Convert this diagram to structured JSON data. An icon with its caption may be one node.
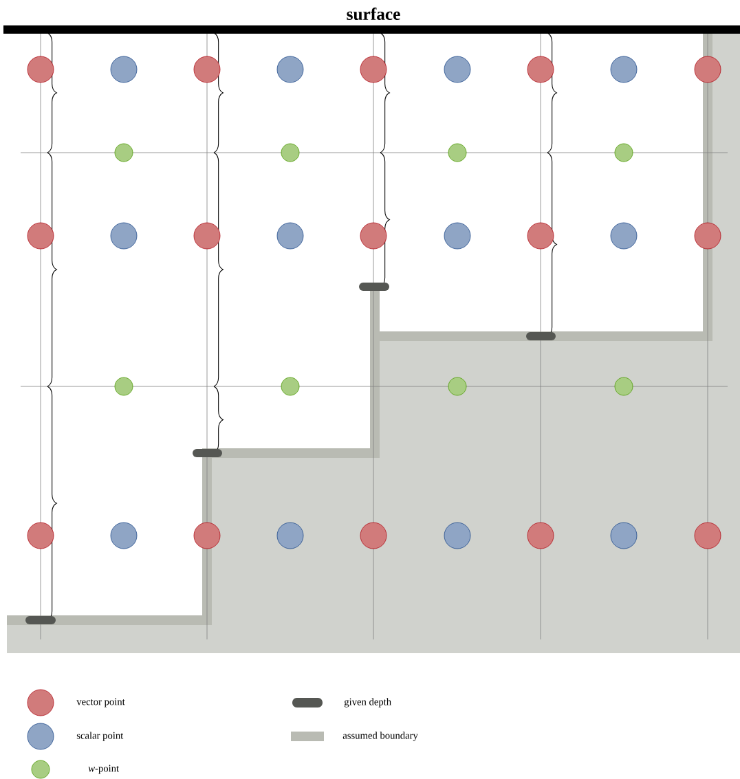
{
  "diagram": {
    "labels": [
      "surface"
    ],
    "legend": [
      {
        "text": "vector point",
        "color": "#d17b7b"
      },
      {
        "text": "scalar point",
        "color": "#8fa5c5"
      },
      {
        "text": "*w*-point",
        "color": "#a8cd82"
      },
      {
        "text": "given depth",
        "color": "#555753"
      },
      {
        "text": "assumed boundary",
        "color": "#b9bbb3"
      }
    ]
  }
}
